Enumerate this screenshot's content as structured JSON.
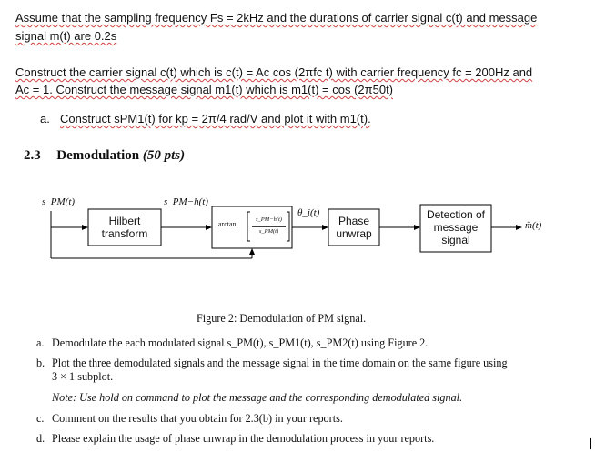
{
  "intro": {
    "line1": "Assume that the sampling frequency Fs = 2kHz and the durations of carrier signal c(t) and message",
    "line2": "signal m(t) are 0.2s"
  },
  "construct": {
    "line1": "Construct the carrier signal c(t) which is c(t) = Ac cos (2πfc t) with carrier frequency fc = 200Hz and",
    "line2": "Ac = 1.  Construct the message signal m1(t) which is m1(t) = cos (2π50t)",
    "item_a_marker": "a.",
    "item_a_text": "Construct sPM1(t) for kp = 2π/4 rad/V and plot it with m1(t)."
  },
  "section": {
    "number": "2.3",
    "title": "Demodulation",
    "points": "(50 pts)"
  },
  "diagram": {
    "input_label": "s_PM(t)",
    "hilbert_label": "Hilbert transform",
    "hilbert_out_label": "s_PM−h(t)",
    "arctan_label": "arctan",
    "frac_num": "s_PM−h(t)",
    "frac_den": "s_PM(t)",
    "theta_label": "θ_i(t)",
    "unwrap_label": "Phase unwrap",
    "detect_label": "Detection of message signal",
    "output_label": "m̂(t)"
  },
  "figure_caption": "Figure 2: Demodulation of PM signal.",
  "questions": [
    {
      "marker": "a.",
      "text": "Demodulate the each modulated signal s_PM(t), s_PM1(t), s_PM2(t) using Figure 2."
    },
    {
      "marker": "b.",
      "text": "Plot the three demodulated signals and the message signal in the time domain on the same figure using",
      "text2": "3 × 1 subplot."
    },
    {
      "note": "Note: Use hold on command to plot the message and the corresponding demodulated signal."
    },
    {
      "marker": "c.",
      "text": "Comment on the results that you obtain for 2.3(b) in your reports."
    },
    {
      "marker": "d.",
      "text": "Please explain the usage of phase unwrap in the demodulation process in your reports."
    }
  ]
}
